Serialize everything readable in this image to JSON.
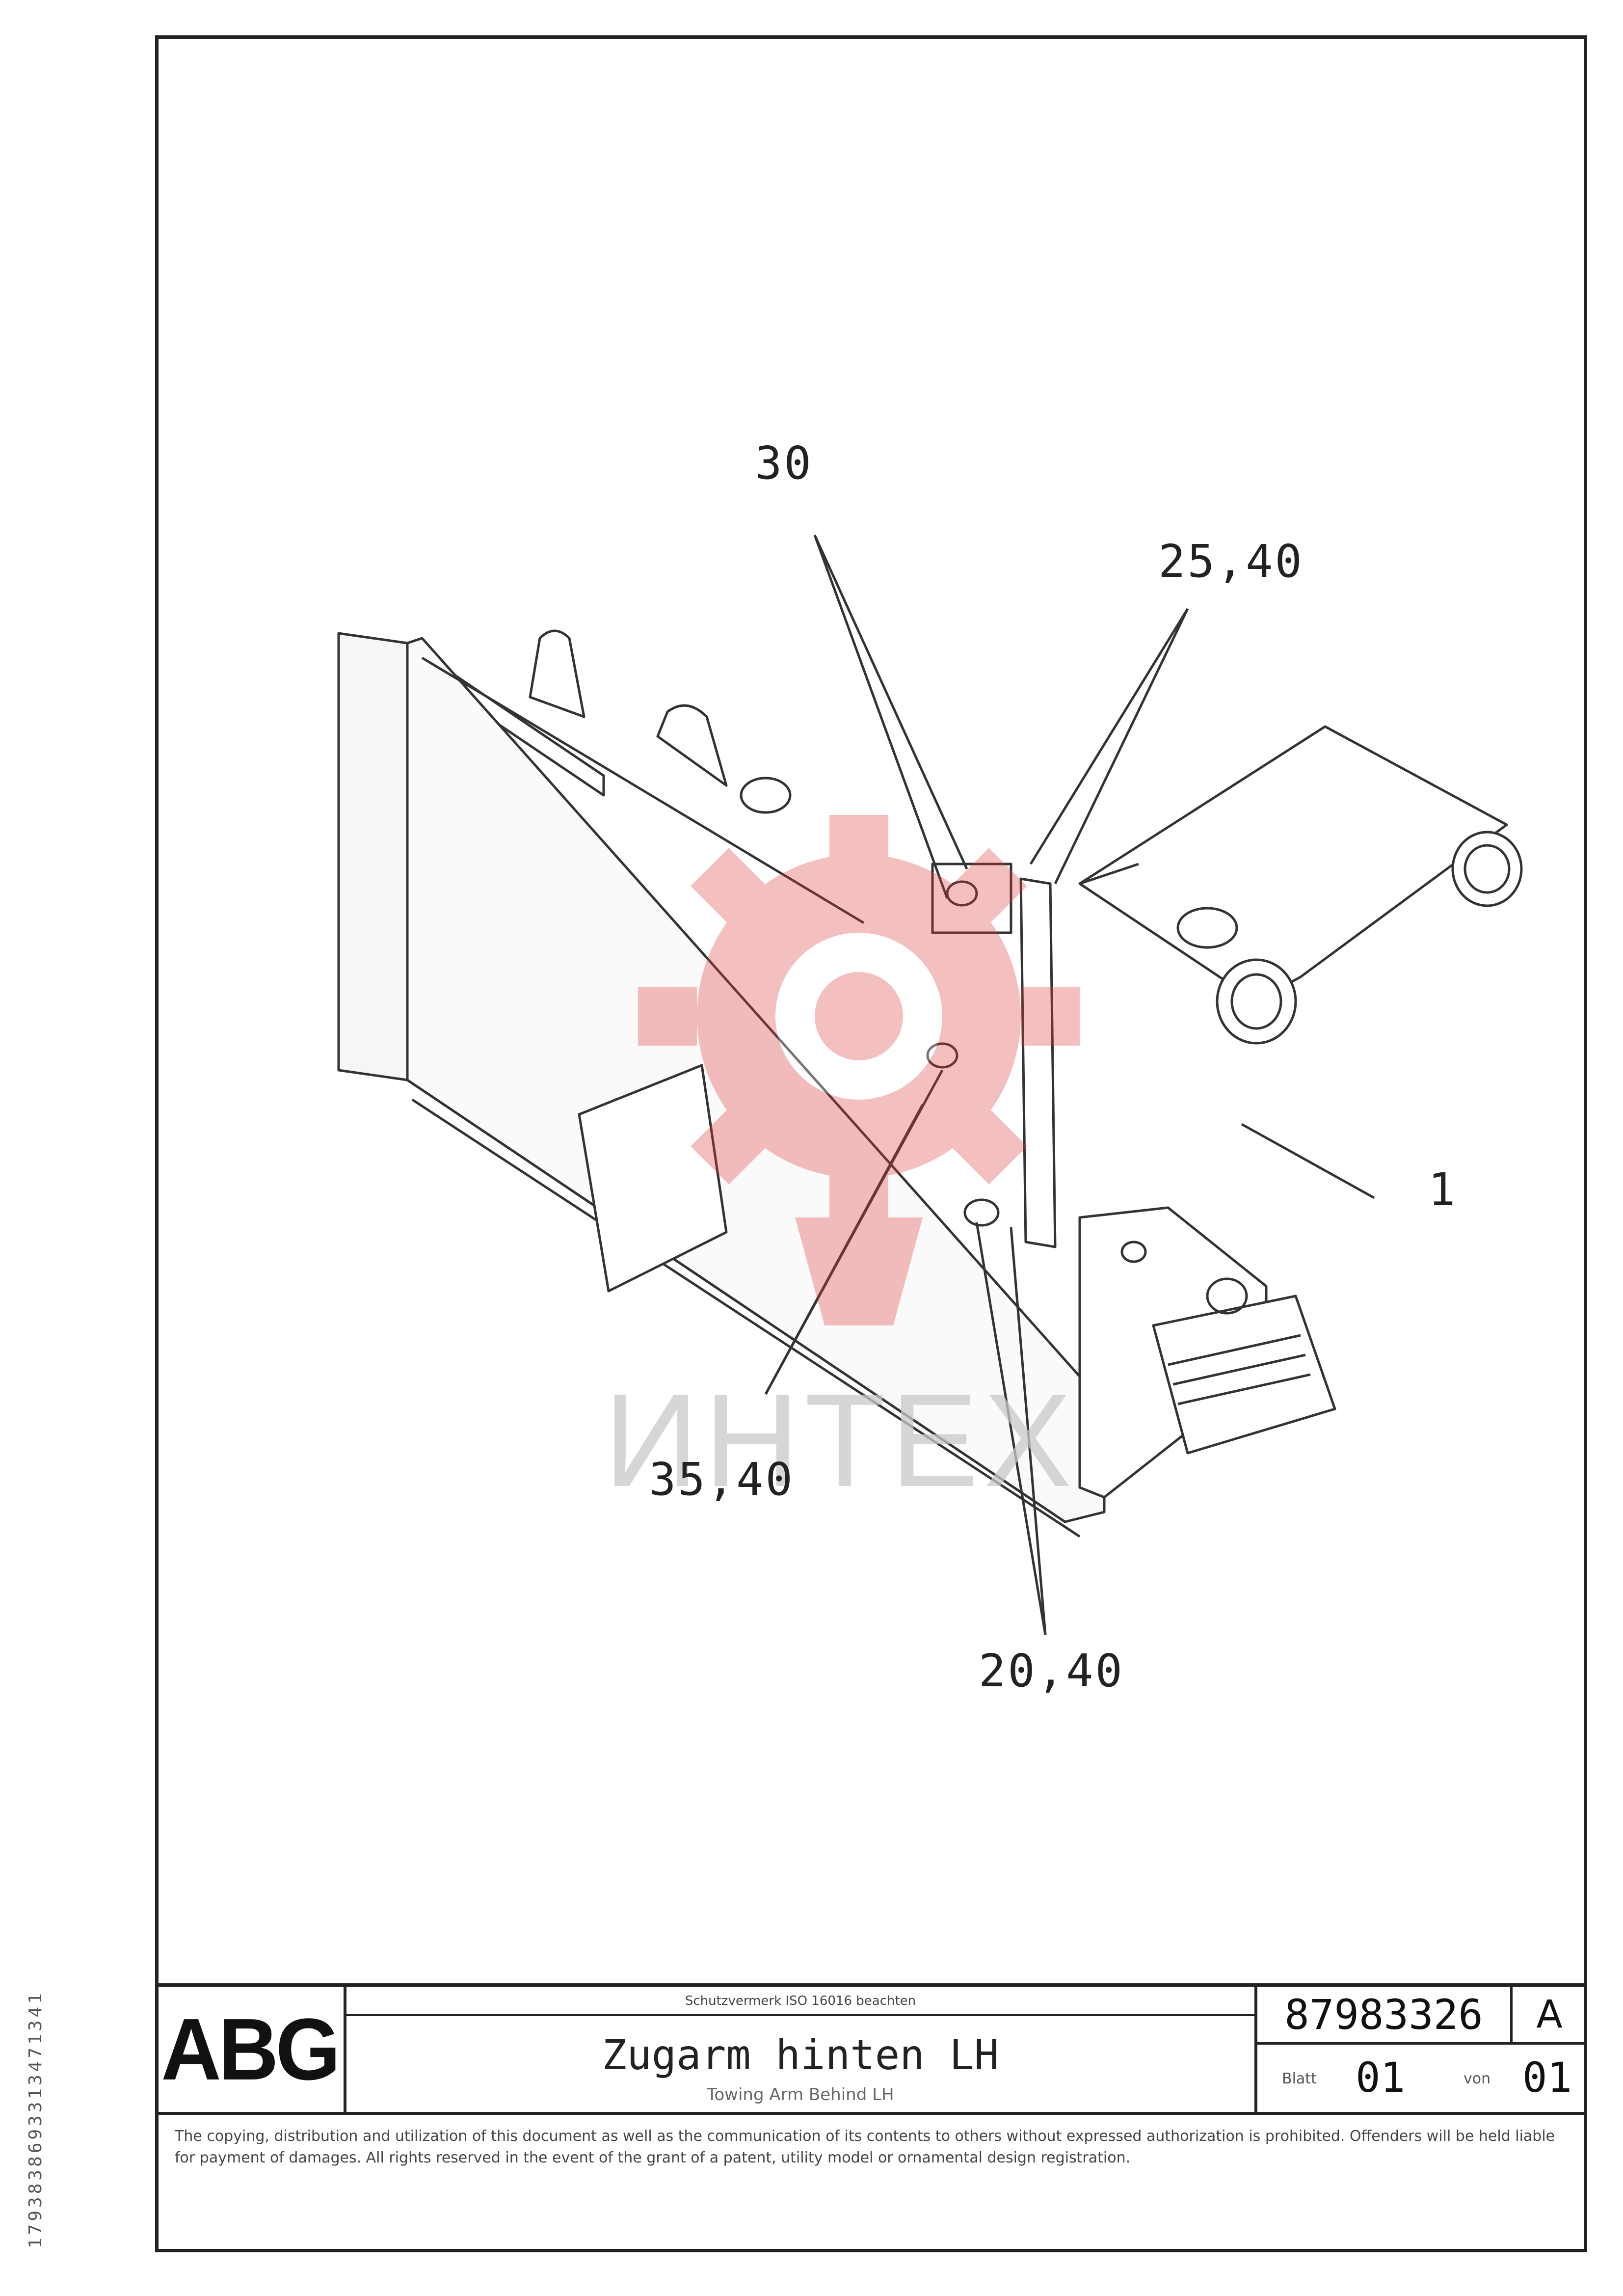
{
  "callouts": {
    "c30": "30",
    "c25_40": "25,40",
    "c1": "1",
    "c35_40": "35,40",
    "c20_40": "20,40"
  },
  "watermark": {
    "text": "ИНТЕХ",
    "color": "#e03a3a"
  },
  "titleblock": {
    "logo": "ABG",
    "company": "Schutzvermerk ISO 16016 beachten",
    "title_de": "Zugarm hinten LH",
    "title_en": "Towing Arm Behind LH",
    "part_number": "87983326",
    "revision": "A",
    "sheet_label": "Blatt",
    "sheet": "01",
    "of_label": "von",
    "of": "01"
  },
  "legal_text": "The copying, distribution and utilization of this document as well as the communication of its contents to others without expressed authorization is prohibited. Offenders will be held liable for payment of damages. All rights reserved in the event of the grant of a patent, utility model or ornamental design registration.",
  "side_code": "1793838693313471341"
}
